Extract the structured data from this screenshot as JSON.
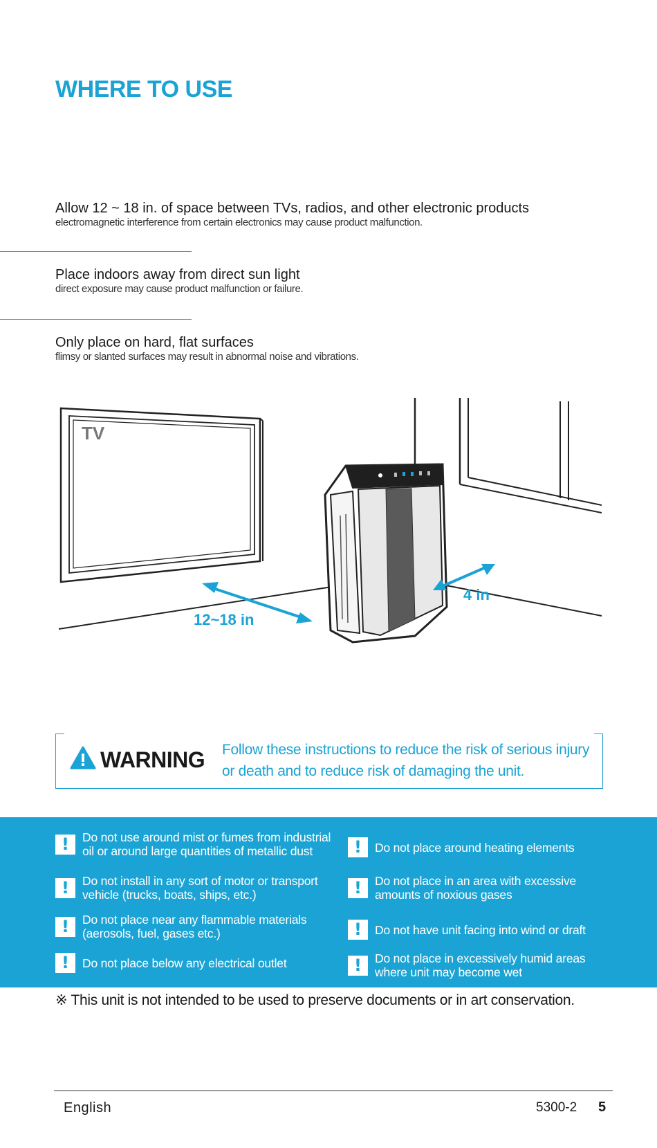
{
  "page_title": "WHERE TO USE",
  "tips": [
    {
      "heading": "Allow 12 ~ 18 in. of space between TVs, radios, and other electronic products",
      "detail": "electromagnetic interference from certain electronics may cause product  malfunction."
    },
    {
      "heading": "Place indoors away from direct sun light",
      "detail": "direct exposure may cause product malfunction or failure."
    },
    {
      "heading": "Only place on hard, flat surfaces",
      "detail": "flimsy or slanted surfaces may result in abnormal noise and vibrations."
    }
  ],
  "illustration": {
    "tv_label": "TV",
    "tv_distance": "12~18 in",
    "wall_distance": "4 in"
  },
  "warning": {
    "label": "WARNING",
    "text": "Follow these instructions  to reduce the risk of serious injury or death and to reduce risk of damaging the unit."
  },
  "cautions": [
    "Do not use around mist or fumes from industrial oil or around large quantities of metallic dust",
    "Do not install in any sort of motor or transport vehicle (trucks, boats, ships, etc.)",
    "Do not place near any flammable materials (aerosols, fuel, gases etc.)",
    "Do not place below any electrical outlet",
    "Do not place around heating elements",
    "Do not place in an area with excessive amounts of noxious gases",
    "Do not have unit facing into wind or draft",
    "Do not place in excessively humid areas where unit may become wet"
  ],
  "note": "※ This unit is not intended to be used to preserve documents or in art conservation.",
  "footer": {
    "language": "English",
    "model": "5300-2",
    "page_number": "5"
  },
  "colors": {
    "accent": "#1aa3d4",
    "text": "#1a1a1a"
  }
}
